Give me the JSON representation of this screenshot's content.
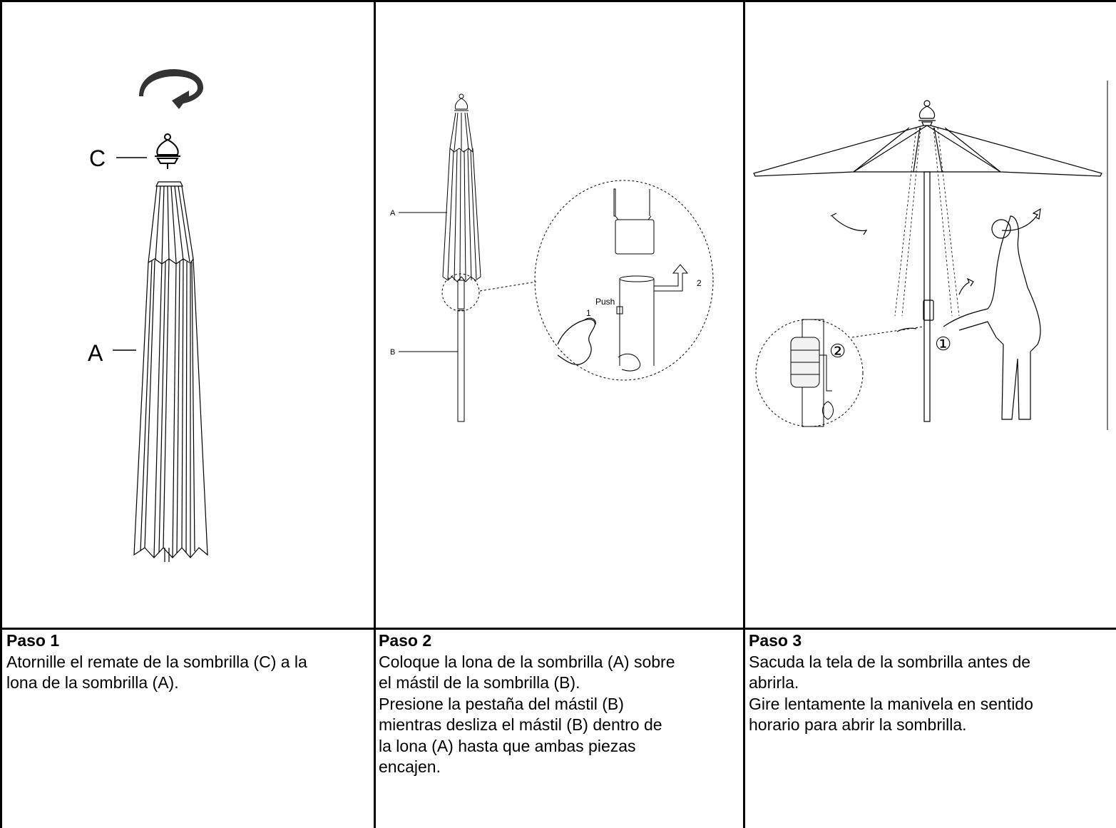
{
  "steps": [
    {
      "title": "Paso 1",
      "lines": [
        "Atornille el remate de la sombrilla (C) a la",
        "lona de la sombrilla (A)."
      ],
      "labels": {
        "c": "C",
        "a": "A"
      }
    },
    {
      "title": "Paso 2",
      "lines": [
        "Coloque la lona de la sombrilla (A) sobre",
        "el mástil de la sombrilla (B).",
        "Presione la pestaña del mástil (B)",
        "mientras desliza el mástil (B) dentro de",
        "la lona (A) hasta que ambas piezas",
        "encajen."
      ],
      "labels": {
        "a": "A",
        "b": "B",
        "push": "Push",
        "n1": "1",
        "n2": "2"
      }
    },
    {
      "title": "Paso 3",
      "lines": [
        "Sacuda la tela de la sombrilla antes de",
        "abrirla.",
        "Gire lentamente la manivela en sentido",
        "horario para abrir la sombrilla."
      ],
      "labels": {
        "c1": "①",
        "c2": "②"
      }
    }
  ]
}
